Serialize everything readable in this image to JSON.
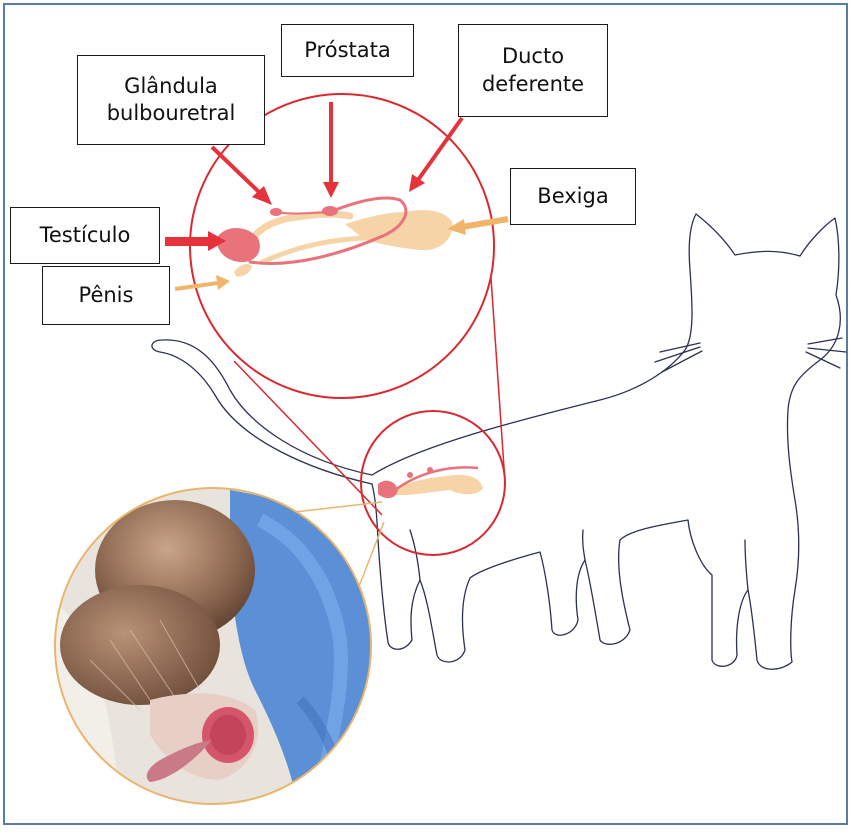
{
  "labels": {
    "prostata": "Próstata",
    "glandula_line1": "Glândula",
    "glandula_line2": "bulbouretral",
    "ducto_line1": "Ducto",
    "ducto_line2": "deferente",
    "bexiga": "Bexiga",
    "testiculo": "Testículo",
    "penis": "Pênis"
  },
  "colors": {
    "frame": "#5b7ba5",
    "magnifier_circle": "#d9292f",
    "arrow_red": "#e5323b",
    "arrow_tan": "#f0b56a",
    "organ_pink": "#e8737b",
    "organ_tan": "#f7d4a8",
    "cat_outline": "#2b3252",
    "photo_rim": "#e9b56e"
  },
  "icons": {
    "cat": "cat-outline-icon",
    "photo": "cat-genitalia-photo"
  }
}
